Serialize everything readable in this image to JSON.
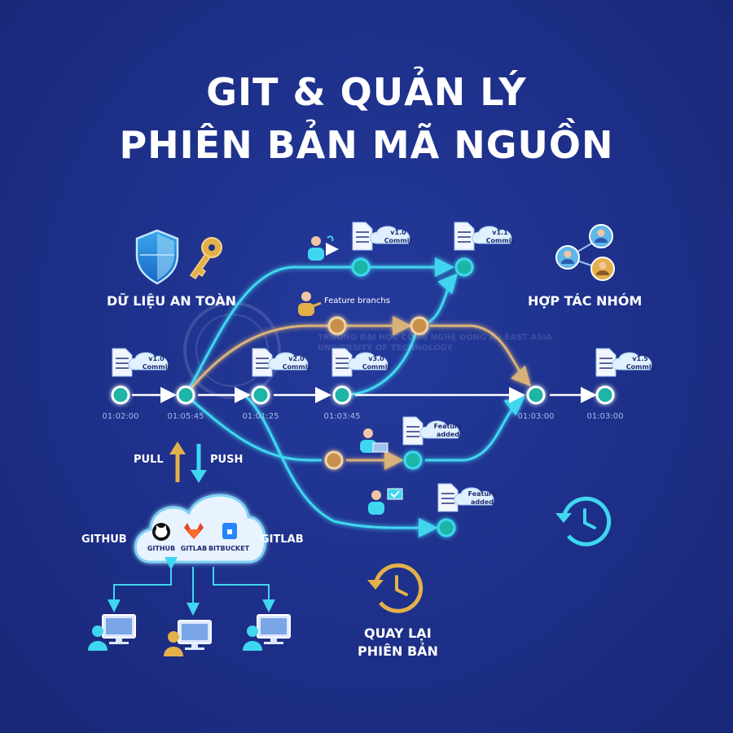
{
  "title": {
    "line1": "GIT & QUẢN LÝ",
    "line2": "PHIÊN BẢN MÃ NGUỒN"
  },
  "features": {
    "safe_data": "DỮ LIỆU AN TOÀN",
    "team": "HỢP TÁC NHÓM",
    "revert_line1": "QUAY LẠI",
    "revert_line2": "PHIÊN BẢN"
  },
  "branch_label": "Feature branchs",
  "commits": [
    {
      "version": "v1.0",
      "word": "Commit"
    },
    {
      "version": "v2.0",
      "word": "Commit"
    },
    {
      "version": "v3.0",
      "word": "Commit"
    },
    {
      "version": "v1.5",
      "word": "Commit"
    },
    {
      "version": "v1.0",
      "word": "Commit"
    },
    {
      "version": "v1.1",
      "word": "Commit"
    }
  ],
  "feature_added": [
    {
      "line1": "Feature",
      "line2": "added"
    },
    {
      "line1": "Feature",
      "line2": "added"
    }
  ],
  "timestamps": [
    "01:02:00",
    "01:05:45",
    "01:01:25",
    "01:03:45",
    "01:03:00",
    "01:03:00"
  ],
  "sync": {
    "pull": "PULL",
    "push": "PUSH"
  },
  "remote": {
    "left": "GITHUB",
    "right": "GITLAB",
    "services": [
      "GITHUB",
      "GITLAB",
      "BITBUCKET"
    ]
  },
  "watermark": "TRƯỜNG ĐẠI HỌC CÔNG NGHỆ ĐÔNG Á · EAST ASIA UNIVERSITY OF TECHNOLOGY",
  "colors": {
    "background": "#1d2f88",
    "cyan": "#3fd6f0",
    "gold": "#d8b27a",
    "node_fill": "#1fb5a6",
    "white": "#ffffff"
  },
  "icons": [
    "shield-icon",
    "key-icon",
    "team-network-icon",
    "history-icon",
    "cloud-icon",
    "monitor-user-icon",
    "document-icon"
  ]
}
